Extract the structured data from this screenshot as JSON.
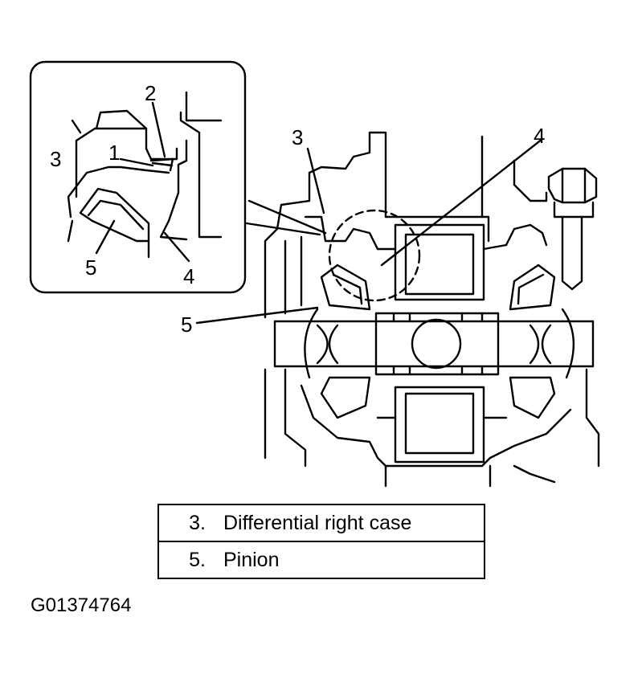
{
  "diagram": {
    "inset_callouts": [
      "1",
      "2",
      "3",
      "4",
      "5"
    ],
    "main_callouts": [
      "3",
      "4",
      "5"
    ]
  },
  "legend": {
    "rows": [
      {
        "number": "3.",
        "text": "Differential right case"
      },
      {
        "number": "5.",
        "text": "Pinion"
      }
    ]
  },
  "figure_id": "G01374764"
}
